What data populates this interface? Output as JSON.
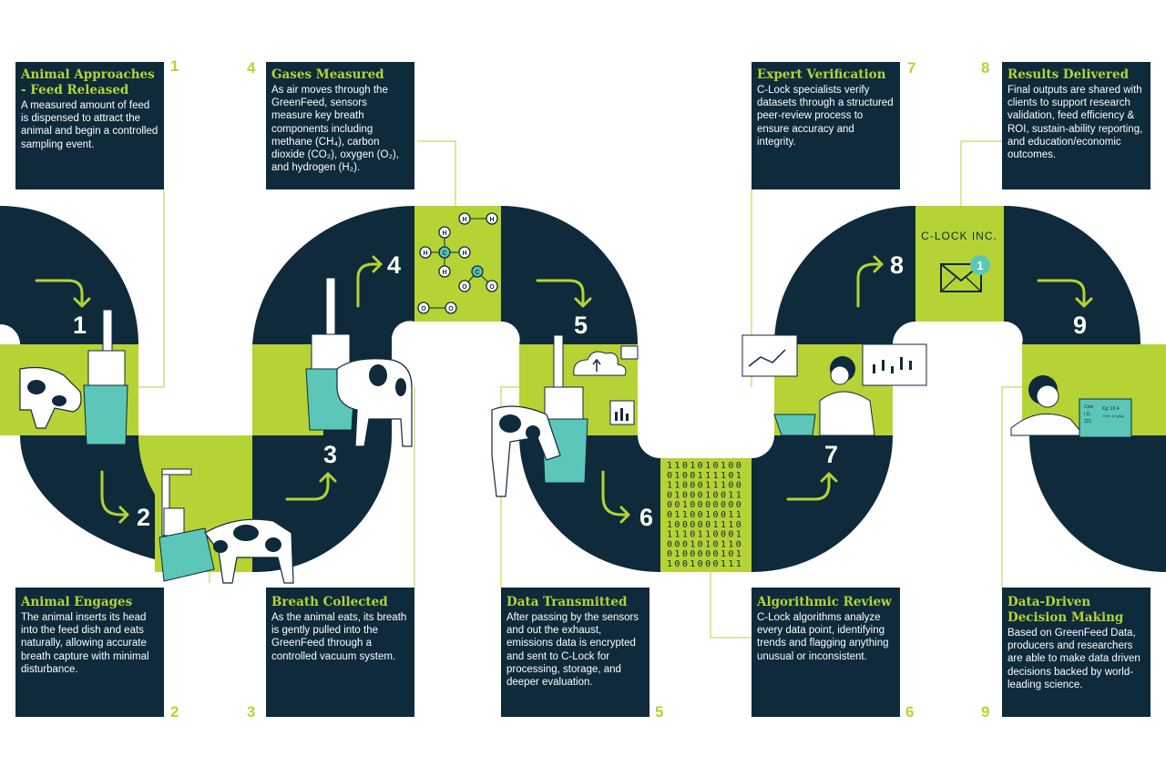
{
  "colors": {
    "navy": "#0e2a3b",
    "lime": "#b5d334",
    "teal": "#5cc7b8",
    "white": "#ffffff"
  },
  "steps": [
    {
      "number": "1",
      "title": "Animal Approaches - Feed Released",
      "body": "A measured amount of feed is dispensed to attract the animal and begin a controlled sampling event."
    },
    {
      "number": "2",
      "title": "Animal Engages",
      "body": "The animal inserts its head into the feed dish and eats naturally, allowing accurate breath capture with minimal disturbance."
    },
    {
      "number": "3",
      "title": "Breath Collected",
      "body": "As the animal eats, its breath is gently pulled into the GreenFeed through a controlled vacuum system."
    },
    {
      "number": "4",
      "title": "Gases Measured",
      "body": "As air moves through the GreenFeed, sensors measure key breath components including methane (CH₄), carbon dioxide (CO₂), oxygen (O₂), and hydrogen (H₂)."
    },
    {
      "number": "5",
      "title": "Data Transmitted",
      "body": "After passing by the sensors and out the exhaust, emissions data is encrypted and sent to C-Lock for processing, storage, and deeper evaluation."
    },
    {
      "number": "6",
      "title": "Algorithmic Review",
      "body": "C-Lock algorithms analyze every data point, identifying trends and flagging anything unusual or inconsistent."
    },
    {
      "number": "7",
      "title": "Expert Verification",
      "body": "C-Lock specialists verify datasets through a structured peer-review process to ensure accuracy and integrity."
    },
    {
      "number": "8",
      "title": "Results Delivered",
      "body": "Final outputs are shared with clients to support research validation, feed efficiency & ROI, sustain-ability reporting, and education/economic outcomes."
    },
    {
      "number": "9",
      "title": "Data-Driven Decision Making",
      "body": "Based on GreenFeed Data, producers and researchers are able to make data driven decisions backed by world-leading science."
    }
  ],
  "brand_label": "C-LOCK INC.",
  "mail_badge": "1",
  "molecules": {
    "h": "H",
    "c": "C",
    "o": "O"
  },
  "binary_rows": [
    "1101010100",
    "0100111101",
    "1100011100",
    "0100010011",
    "0010000000",
    "0110010011",
    "1000001110",
    "1110110001",
    "0001010110",
    "0100000101",
    "1001000111"
  ],
  "dashboard": {
    "label_cow": "Cow",
    "label_id": "I.D.",
    "value_id": "221",
    "label_kg": "Kg: 22.4",
    "label_ch4": "CH4: 10 g/kg"
  }
}
